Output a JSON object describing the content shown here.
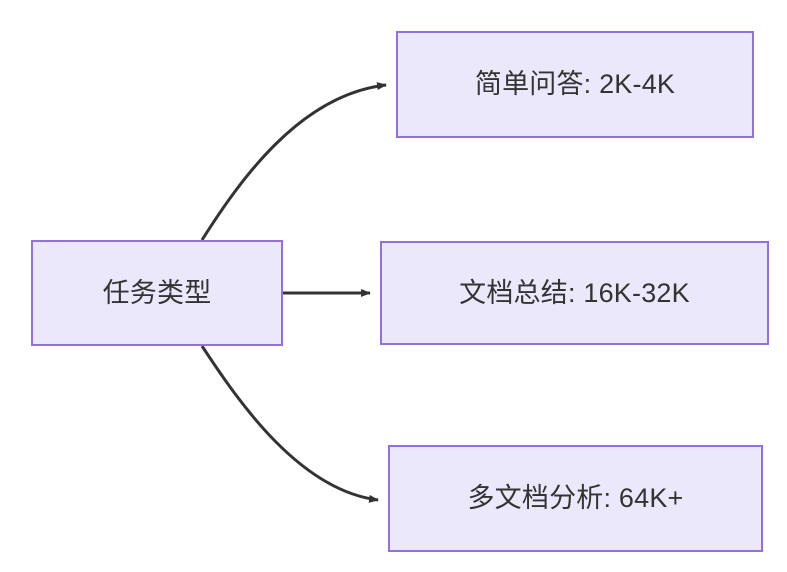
{
  "diagram": {
    "type": "flowchart",
    "direction": "left-to-right",
    "background_color": "#FFFFFF",
    "node_fill_color": "#EBE8FB",
    "node_border_color": "#9370DB",
    "node_text_color": "#333333",
    "edge_color": "#333333",
    "root": {
      "id": "root",
      "label": "任务类型"
    },
    "branches": [
      {
        "id": "task-0",
        "label": "简单问答: 2K-4K",
        "category": "简单问答",
        "range": "2K-4K",
        "edge_style": "curved"
      },
      {
        "id": "task-1",
        "label": "文档总结: 16K-32K",
        "category": "文档总结",
        "range": "16K-32K",
        "edge_style": "straight"
      },
      {
        "id": "task-2",
        "label": "多文档分析: 64K+",
        "category": "多文档分析",
        "range": "64K+",
        "edge_style": "curved"
      }
    ]
  }
}
